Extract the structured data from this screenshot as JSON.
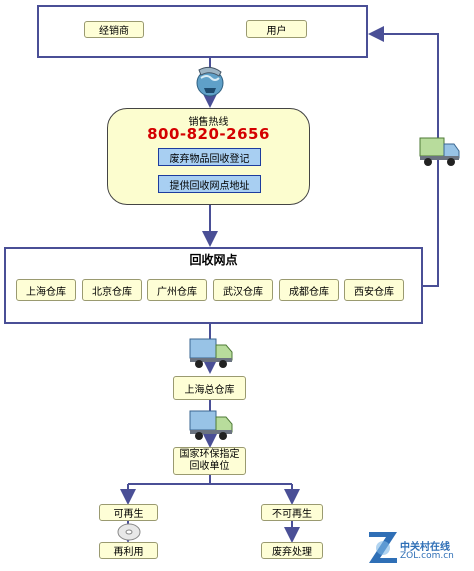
{
  "top_panel": {
    "dealer_label": "经销商",
    "user_label": "用户"
  },
  "hotline": {
    "title": "销售热线",
    "number": "800-820-2656",
    "register_button": "废弃物品回收登记",
    "address_button": "提供回收网点地址"
  },
  "recycle_points": {
    "title": "回收网点",
    "warehouses": [
      "上海仓库",
      "北京仓库",
      "广州仓库",
      "武汉仓库",
      "成都仓库",
      "西安仓库"
    ]
  },
  "flow": {
    "shanghai_main": "上海总仓库",
    "designated_unit_line1": "国家环保指定",
    "designated_unit_line2": "回收单位",
    "recyclable": "可再生",
    "non_recyclable": "不可再生",
    "reuse": "再利用",
    "waste_disposal": "废弃处理"
  },
  "watermark": {
    "brand": "中关村在线",
    "domain": "ZOL.com.cn"
  },
  "colors": {
    "panel_border": "#4a4f96",
    "arrow": "#4a4f96",
    "hotline_number": "#d40000",
    "button_fill": "#a8cff2"
  }
}
